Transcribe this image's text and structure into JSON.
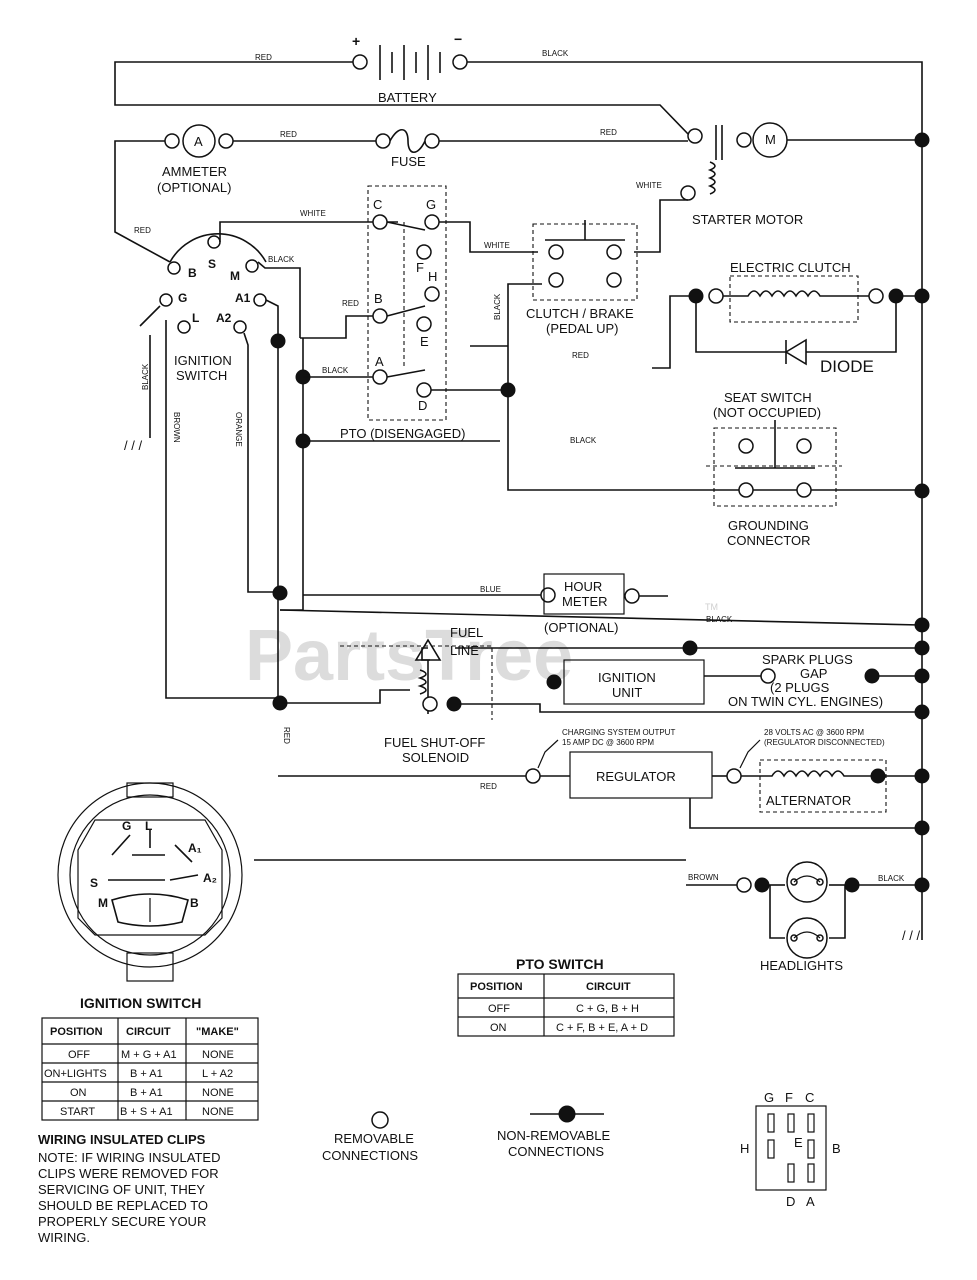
{
  "components": {
    "battery": "BATTERY",
    "battery_plus": "+",
    "battery_minus": "−",
    "ammeter": "AMMETER",
    "ammeter_optional": "(OPTIONAL)",
    "ammeter_symbol": "A",
    "fuse": "FUSE",
    "starter_motor": "STARTER MOTOR",
    "motor_symbol": "M",
    "ignition_switch": "IGNITION",
    "ignition_switch_2": "SWITCH",
    "clutch_brake": "CLUTCH / BRAKE",
    "clutch_brake_2": "(PEDAL UP)",
    "electric_clutch": "ELECTRIC CLUTCH",
    "diode": "DIODE",
    "seat_switch": "SEAT SWITCH",
    "seat_switch_2": "(NOT OCCUPIED)",
    "grounding_connector": "GROUNDING",
    "grounding_connector_2": "CONNECTOR",
    "pto": "PTO (DISENGAGED)",
    "hour_meter": "HOUR",
    "hour_meter_2": "METER",
    "hour_meter_optional": "(OPTIONAL)",
    "fuel_line": "FUEL",
    "fuel_line_2": "LINE",
    "ignition_unit": "IGNITION",
    "ignition_unit_2": "UNIT",
    "spark_plugs": "SPARK PLUGS",
    "spark_plugs_2": "GAP",
    "spark_plugs_3": "(2 PLUGS",
    "spark_plugs_4": "ON TWIN CYL. ENGINES)",
    "fuel_solenoid": "FUEL SHUT-OFF",
    "fuel_solenoid_2": "SOLENOID",
    "charging_output": "CHARGING SYSTEM OUTPUT",
    "charging_output_2": "15 AMP DC @ 3600 RPM",
    "regulator": "REGULATOR",
    "volts_ac": "28 VOLTS AC @ 3600 RPM",
    "volts_ac_2": "(REGULATOR DISCONNECTED)",
    "alternator": "ALTERNATOR",
    "headlights": "HEADLIGHTS",
    "watermark": "PartsTree",
    "trademark": "TM"
  },
  "wire_labels": {
    "red": "RED",
    "black": "BLACK",
    "white": "WHITE",
    "blue": "BLUE",
    "brown": "BROWN",
    "orange": "ORANGE"
  },
  "ignition_pins": [
    "B",
    "S",
    "M",
    "G",
    "A1",
    "L",
    "A2"
  ],
  "pto_pins": [
    "C",
    "G",
    "F",
    "H",
    "B",
    "E",
    "A",
    "D"
  ],
  "connector_pins": [
    "G",
    "L",
    "A₁",
    "A₂",
    "S",
    "M",
    "B"
  ],
  "ignition_table": {
    "title": "IGNITION SWITCH",
    "headers": [
      "POSITION",
      "CIRCUIT",
      "\"MAKE\""
    ],
    "rows": [
      [
        "OFF",
        "M + G + A1",
        "NONE"
      ],
      [
        "ON+LIGHTS",
        "B + A1",
        "L + A2"
      ],
      [
        "ON",
        "B + A1",
        "NONE"
      ],
      [
        "START",
        "B + S + A1",
        "NONE"
      ]
    ]
  },
  "pto_table": {
    "title": "PTO SWITCH",
    "headers": [
      "POSITION",
      "CIRCUIT"
    ],
    "rows": [
      [
        "OFF",
        "C + G, B + H"
      ],
      [
        "ON",
        "C + F, B + E, A + D"
      ]
    ]
  },
  "notes": {
    "title": "WIRING INSULATED CLIPS",
    "lines": [
      "NOTE: IF WIRING INSULATED",
      "CLIPS WERE REMOVED FOR",
      "SERVICING OF UNIT, THEY",
      "SHOULD BE REPLACED TO",
      "PROPERLY SECURE YOUR",
      "WIRING."
    ]
  },
  "legend": {
    "removable": "REMOVABLE",
    "removable_2": "CONNECTIONS",
    "non_removable": "NON-REMOVABLE",
    "non_removable_2": "CONNECTIONS"
  },
  "pto_pinout": [
    "G",
    "F",
    "C",
    "H",
    "E",
    "B",
    "D",
    "A"
  ]
}
